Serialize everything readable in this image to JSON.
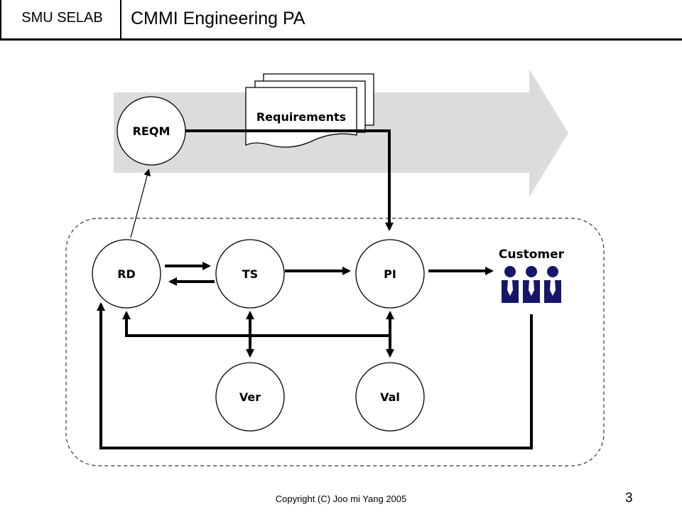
{
  "header": {
    "org": "SMU SELAB",
    "title": "CMMI Engineering PA"
  },
  "diagram": {
    "nodes": {
      "reqm": "REQM",
      "rd": "RD",
      "ts": "TS",
      "pi": "PI",
      "ver": "Ver",
      "val": "Val"
    },
    "document_label": "Requirements",
    "customer_label": "Customer",
    "colors": {
      "flow_arrow": "#dcdcdc",
      "lines": "#000000"
    }
  },
  "footer": {
    "copyright": "Copyright (C) Joo mi Yang 2005",
    "page_number": "3"
  }
}
